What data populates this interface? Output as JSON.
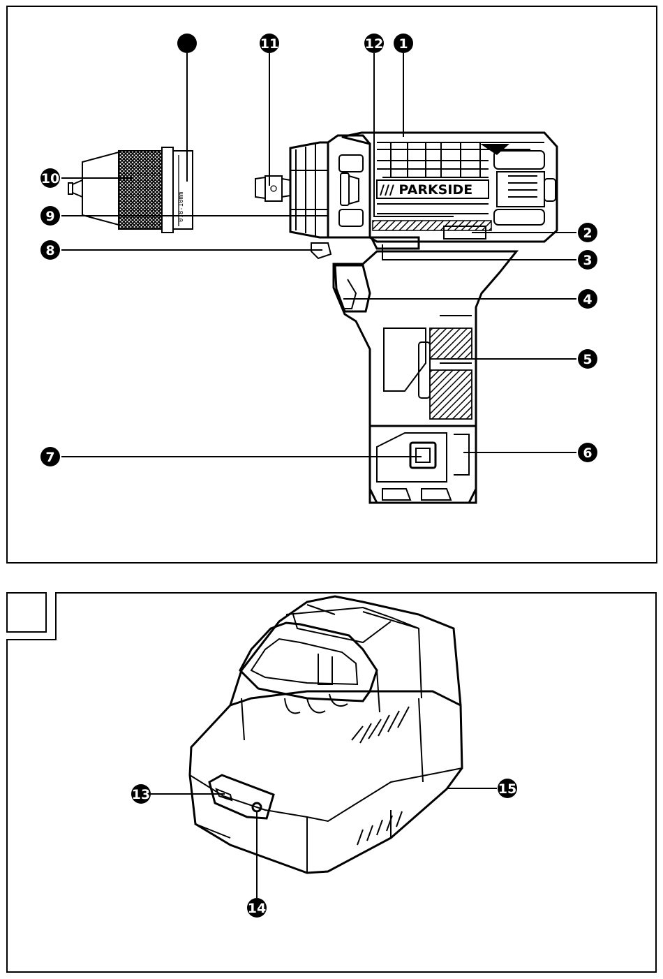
{
  "figure_top": {
    "brand_label": "/// PARKSIDE",
    "chuck_rating_text": "0.8-10mm",
    "callouts": [
      "1",
      "2",
      "3",
      "4",
      "5",
      "6",
      "7",
      "8",
      "9",
      "10",
      "11",
      "12"
    ],
    "unlabeled_callout": ""
  },
  "figure_bottom": {
    "panel_tab_label": "",
    "callouts": [
      "13",
      "14",
      "15"
    ]
  }
}
